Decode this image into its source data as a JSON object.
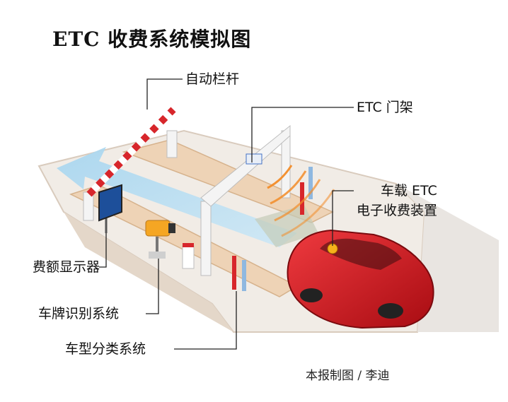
{
  "title": "ETC 收费系统模拟图",
  "labels": {
    "barrier": "自动栏杆",
    "gantry": "ETC 门架",
    "obu_line1": "车载 ETC",
    "obu_line2": "电子收费装置",
    "fee_display": "费额显示器",
    "plate_recognition": "车牌识别系统",
    "vehicle_classification": "车型分类系统"
  },
  "credit": "本报制图 / 李迪",
  "colors": {
    "road": "#f1ece6",
    "road_edge": "#d9cbbd",
    "lane_divider": "#e6c7a5",
    "arrow": "#8ec6e8",
    "barrier_red": "#d7262b",
    "car_red": "#d7141c",
    "signal_orange": "#f28c28",
    "camera_yellow": "#f5a623",
    "leader_line": "#222222"
  }
}
